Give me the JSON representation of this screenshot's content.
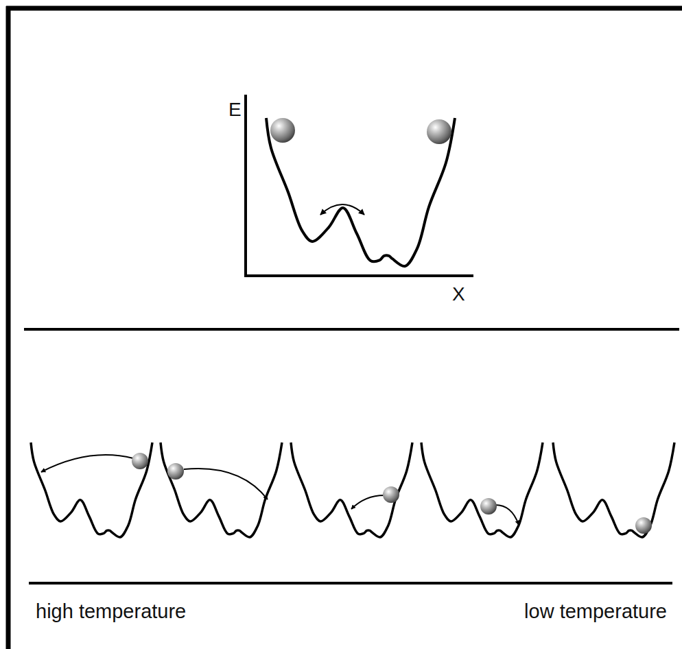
{
  "diagram": {
    "labels": [
      "E",
      "X",
      "high temperature",
      "low temperature"
    ]
  }
}
